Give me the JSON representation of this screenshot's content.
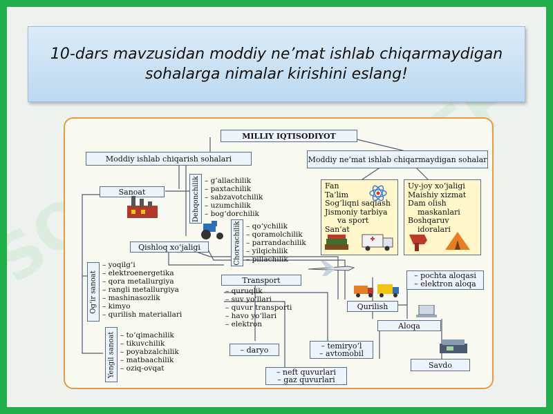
{
  "title": "10-dars mavzusidan moddiy ne’mat ishlab chiqarmaydigan sohalarga nimalar kirishini eslang!",
  "watermark": "SOFF",
  "diagram": {
    "root": "MILLIY IQTISODIYOT",
    "production": "Moddiy ishlab chiqarish sohalari",
    "non_production": "Moddiy ne’mat ishlab chiqarmaydigan sohalar",
    "non_prod_left": [
      "Fan",
      "Ta’lim",
      "Sog‘liqni saqlash",
      "Jismoniy tarbiya",
      "va sport",
      "San’at"
    ],
    "non_prod_right": [
      "Uy-joy xo‘jaligi",
      "Maishiy xizmat",
      "Dam olish",
      "maskanlari",
      "Boshqaruv",
      "idoralari"
    ],
    "sanoat": "Sanoat",
    "dehqonchilik": "Dehqonchilik",
    "dehqonchilik_items": [
      "– g‘allachilik",
      "– paxtachilik",
      "– sabzavotchilik",
      "– uzumchilik",
      "– bog‘dorchilik"
    ],
    "chorvachilik": "Chorvachilik",
    "chorvachilik_items": [
      "– qo‘ychilik",
      "– qoramolchilik",
      "– parrandachilik",
      "– yilqichilik",
      "– pillachilik"
    ],
    "qishloq": "Qishloq xo‘jaligi",
    "ogir_sanoat": "Og‘ir sanoat",
    "ogir_items": [
      "– yoqilg‘i",
      "– elektroenergetika",
      "– qora metallurgiya",
      "– rangli metallurgiya",
      "– mashinasozlik",
      "– kimyo",
      "– qurilish materiallari"
    ],
    "yengil_sanoat": "Yengil sanoat",
    "yengil_items": [
      "– to‘qimachilik",
      "– tikuvchilik",
      "– poyabzalchilik",
      "– matbaachilik",
      "– oziq-ovqat"
    ],
    "transport": "Transport",
    "transport_items": [
      "– quruqlik",
      "– suv yo‘llari",
      "– quvur transporti",
      "– havo yo‘llari",
      "– elektron"
    ],
    "daryo": "– daryo",
    "temir": [
      "– temiryo‘l",
      "– avtomobil"
    ],
    "quvur": [
      "– neft quvurlari",
      "– gaz quvurlari"
    ],
    "qurilish": "Qurilish",
    "aloqa_items": [
      "– pochta aloqasi",
      "– elektron aloqa"
    ],
    "aloqa": "Aloqa",
    "savdo": "Savdo"
  }
}
